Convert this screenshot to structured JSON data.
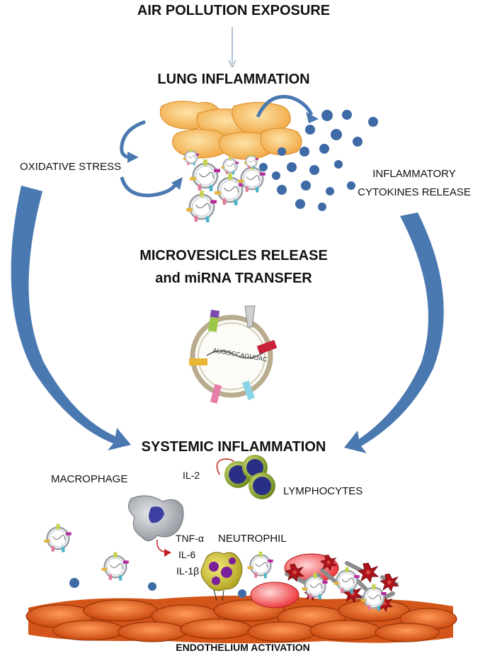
{
  "labels": {
    "air_pollution": "AIR POLLUTION EXPOSURE",
    "lung_inflammation": "LUNG INFLAMMATION",
    "oxidative_stress": "OXIDATIVE STRESS",
    "inflammatory_line1": "INFLAMMATORY",
    "inflammatory_line2": "CYTOKINES RELEASE",
    "microvesicles_line1": "MICROVESICLES RELEASE",
    "microvesicles_line2": "and miRNA TRANSFER",
    "mirna_sequence": "AUGGCCAGUUAC",
    "systemic_inflammation": "SYSTEMIC INFLAMMATION",
    "macrophage": "MACROPHAGE",
    "il2": "IL-2",
    "lymphocytes": "LYMPHOCYTES",
    "tnf": "TNF-α",
    "il6": "IL-6",
    "il1b": "IL-1β",
    "neutrophil": "NEUTROPHIL",
    "endothelium": "ENDOTHELIUM ACTIVATION"
  },
  "colors": {
    "arrow_blue": "#4a78b0",
    "cytokine_blue": "#3e6aa6",
    "lung_cell": "#f5b35a",
    "endothelium": "#e8641e",
    "platelet": "#b0141a",
    "neutrophil": "#d6cd3a",
    "lymphocyte": "#2a2f86",
    "macrophage": "#8a8f96"
  }
}
